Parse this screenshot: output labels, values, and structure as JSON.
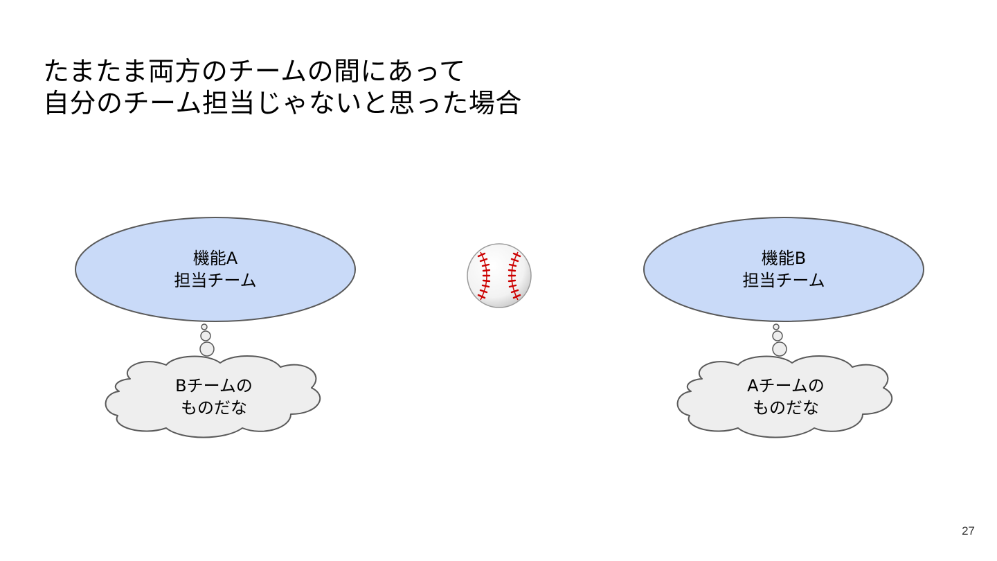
{
  "slide": {
    "title_lines": [
      "たまたま両方のチームの間にあって",
      "自分のチーム担当じゃないと思った場合"
    ],
    "page_number": "27"
  },
  "teams": [
    {
      "line1": "機能A",
      "line2": "担当チーム",
      "thought_line1": "Bチームの",
      "thought_line2": "ものだな"
    },
    {
      "line1": "機能B",
      "line2": "担当チーム",
      "thought_line1": "Aチームの",
      "thought_line2": "ものだな"
    }
  ],
  "center_icon": "baseball-icon",
  "colors": {
    "oval_fill": "#c9daf8",
    "cloud_fill": "#eeeeee",
    "outline": "#595959",
    "stitch": "#cc0000"
  }
}
